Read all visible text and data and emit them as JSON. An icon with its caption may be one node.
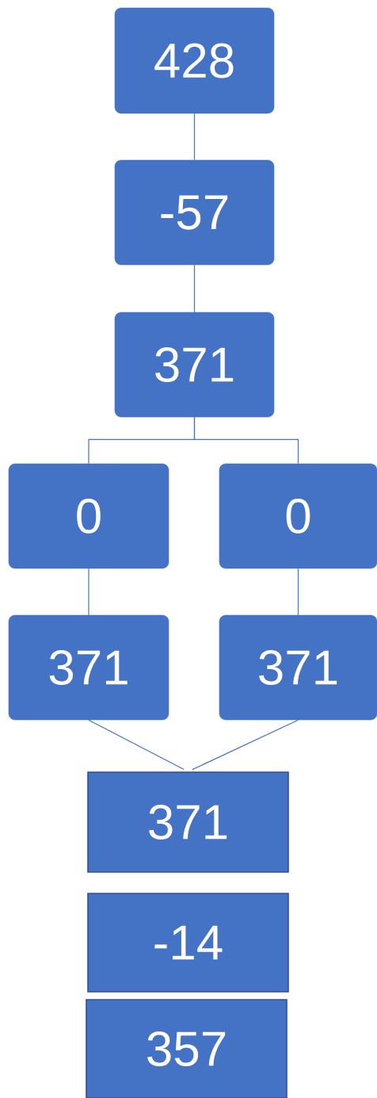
{
  "diagram": {
    "nodes": [
      {
        "text": [
          "428"
        ]
      },
      {
        "text": [
          "-57"
        ]
      },
      {
        "text": [
          "371"
        ]
      },
      {
        "text": [
          "0"
        ]
      },
      {
        "text": [
          "0"
        ]
      },
      {
        "text": [
          "371"
        ]
      },
      {
        "text": [
          "371"
        ]
      },
      {
        "text": [
          "371"
        ]
      },
      {
        "text": [
          "-14"
        ]
      },
      {
        "text": [
          "357"
        ]
      }
    ],
    "edges": [
      {
        "from": 0,
        "to": 1,
        "arrow": "none"
      },
      {
        "from": 1,
        "to": 2,
        "arrow": "none"
      },
      {
        "from": 2,
        "to": 3,
        "arrow": "none"
      },
      {
        "from": 2,
        "to": 4,
        "arrow": "none"
      },
      {
        "from": 3,
        "to": 5,
        "arrow": "none"
      },
      {
        "from": 4,
        "to": 6,
        "arrow": "none"
      },
      {
        "from": 5,
        "to": 7,
        "arrow": "none"
      },
      {
        "from": 6,
        "to": 7,
        "arrow": "none"
      }
    ]
  }
}
